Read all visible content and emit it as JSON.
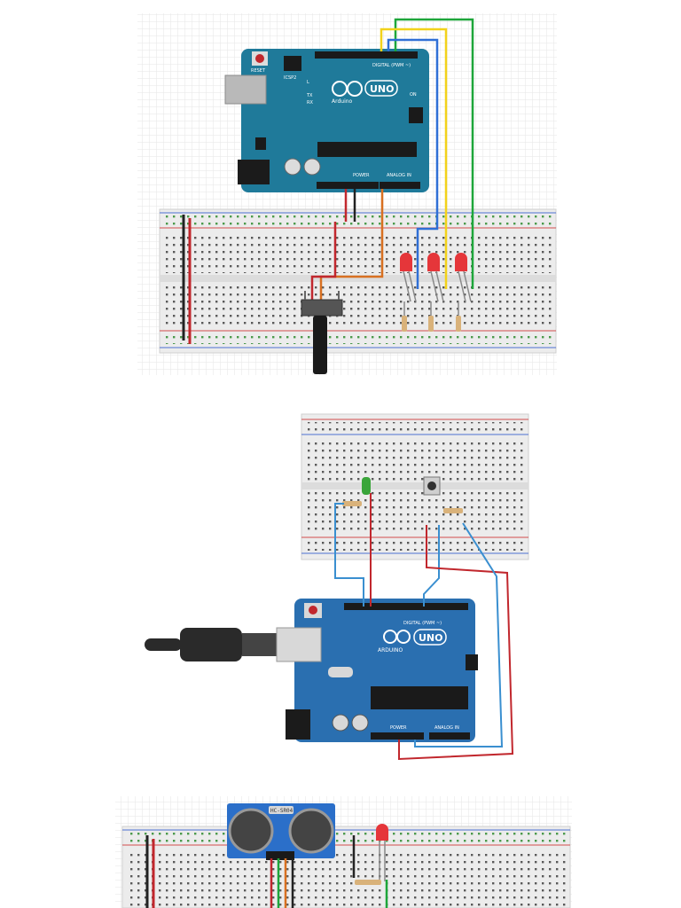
{
  "colors": {
    "page_bg": "#ffffff",
    "grid_line": "#e6e6e6",
    "breadboard": "#ececec",
    "breadboard_hole": "#5a5a5a",
    "rail_red": "#d24d4d",
    "rail_blue": "#4d6fd2",
    "board_fritzing": "#1f7a9a",
    "board_tinkercad": "#2a6fb0",
    "wire_red": "#c1272d",
    "wire_black": "#222222",
    "wire_blue": "#2f6fd6",
    "wire_yellow": "#f2d21a",
    "wire_green": "#1ea63a",
    "wire_orange": "#d87021",
    "wire_lightblue": "#3a8fd0",
    "led_red": "#e5363a",
    "led_green": "#3aa53a",
    "sensor_blue": "#2b6fc9"
  },
  "circuit1": {
    "board_model": "UNO",
    "board_brand": "Arduino",
    "reset_label": "RESET",
    "icsp_label": "ICSP2",
    "digital_label": "DIGITAL (PWM ~)",
    "power_label": "POWER",
    "analog_label": "ANALOG IN",
    "tx_label": "TX",
    "rx_label": "RX",
    "on_label": "ON",
    "l_label": "L"
  },
  "circuit2": {
    "board_model": "UNO",
    "board_brand": "ARDUINO",
    "digital_label": "DIGITAL (PWM ~)",
    "power_label": "POWER",
    "analog_label": "ANALOG IN"
  },
  "circuit3": {
    "sensor_label": "HC-SR04"
  }
}
